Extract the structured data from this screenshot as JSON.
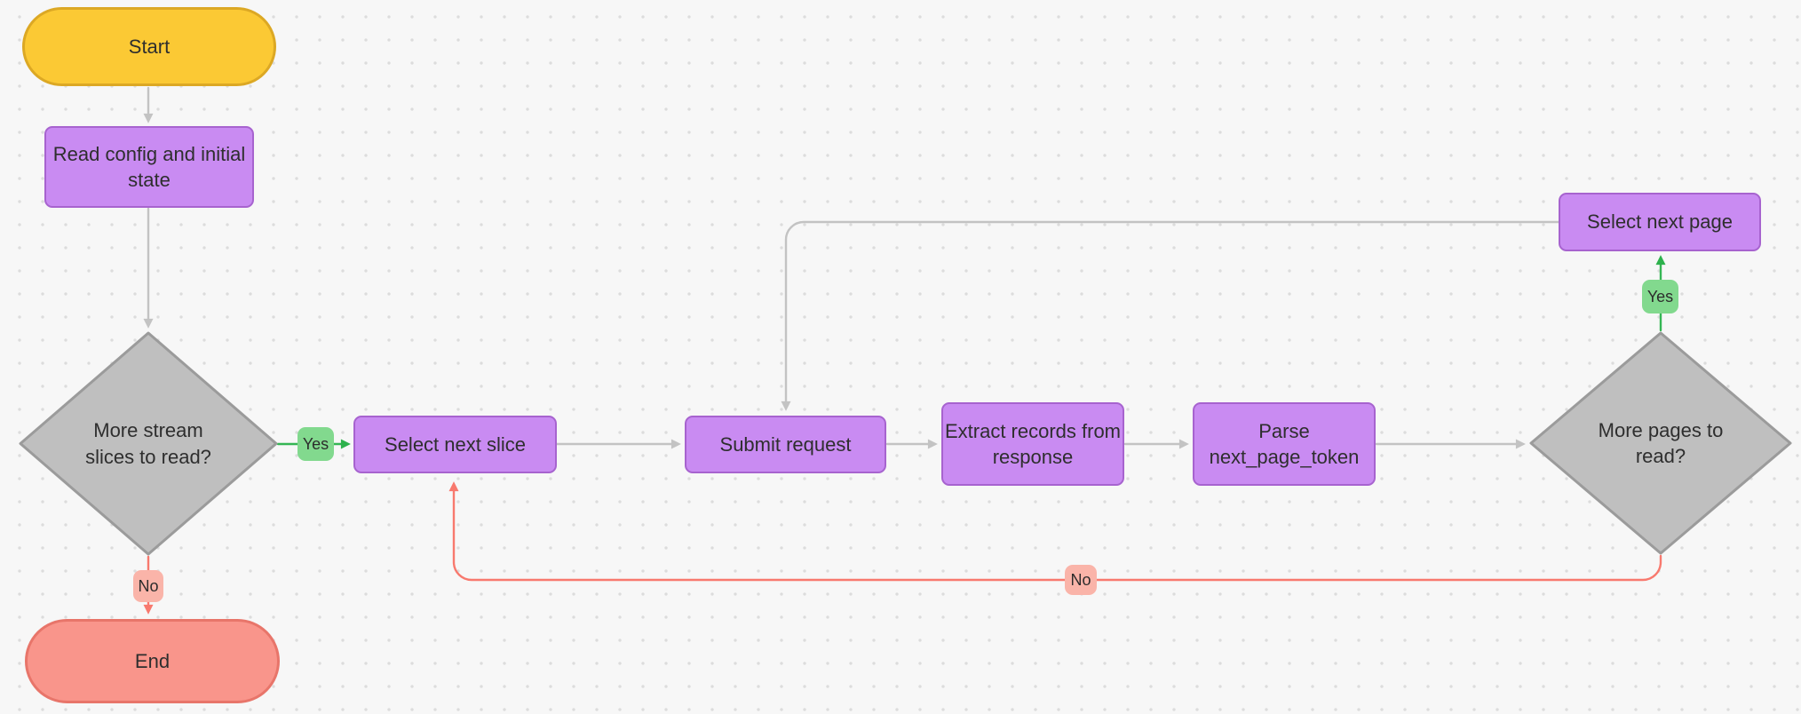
{
  "diagram": {
    "type": "flowchart",
    "nodes": {
      "start": {
        "label": "Start",
        "shape": "terminator",
        "role": "start"
      },
      "read_config": {
        "label": "Read config and initial\nstate",
        "shape": "process"
      },
      "more_slices": {
        "label": "More stream\nslices to read?",
        "shape": "decision"
      },
      "select_next_slice": {
        "label": "Select next slice",
        "shape": "process"
      },
      "submit_request": {
        "label": "Submit request",
        "shape": "process"
      },
      "extract_records": {
        "label": "Extract records from\nresponse",
        "shape": "process"
      },
      "parse_token": {
        "label": "Parse\nnext_page_token",
        "shape": "process"
      },
      "more_pages": {
        "label": "More pages to\nread?",
        "shape": "decision"
      },
      "select_next_page": {
        "label": "Select next page",
        "shape": "process"
      },
      "end": {
        "label": "End",
        "shape": "terminator",
        "role": "end"
      }
    },
    "edges": {
      "start_to_read_config": {
        "from": "start",
        "to": "read_config",
        "color": "gray",
        "label": ""
      },
      "read_config_to_more_slices": {
        "from": "read_config",
        "to": "more_slices",
        "color": "gray",
        "label": ""
      },
      "more_slices_to_select_next_slice": {
        "from": "more_slices",
        "to": "select_next_slice",
        "color": "green",
        "label": "Yes"
      },
      "select_next_slice_to_submit_request": {
        "from": "select_next_slice",
        "to": "submit_request",
        "color": "gray",
        "label": ""
      },
      "submit_request_to_extract_records": {
        "from": "submit_request",
        "to": "extract_records",
        "color": "gray",
        "label": ""
      },
      "extract_records_to_parse_token": {
        "from": "extract_records",
        "to": "parse_token",
        "color": "gray",
        "label": ""
      },
      "parse_token_to_more_pages": {
        "from": "parse_token",
        "to": "more_pages",
        "color": "gray",
        "label": ""
      },
      "more_pages_to_select_next_page": {
        "from": "more_pages",
        "to": "select_next_page",
        "color": "green",
        "label": "Yes"
      },
      "select_next_page_to_submit_request": {
        "from": "select_next_page",
        "to": "submit_request",
        "color": "gray",
        "label": ""
      },
      "more_pages_to_select_next_slice": {
        "from": "more_pages",
        "to": "select_next_slice",
        "color": "red",
        "label": "No"
      },
      "more_slices_to_end": {
        "from": "more_slices",
        "to": "end",
        "color": "red",
        "label": "No"
      }
    }
  },
  "colors": {
    "background": "#f7f7f7",
    "grid_dot": "#dcdcdc",
    "start_fill": "#fbc934",
    "start_border": "#dca824",
    "process_fill": "#c98bf2",
    "process_border": "#a763cf",
    "decision_fill": "#bfbfbf",
    "decision_border": "#9b9b9b",
    "end_fill": "#f9958b",
    "end_border": "#e8756a",
    "edge_gray": "#c3c3c3",
    "edge_green": "#35b654",
    "edge_red": "#f8796e",
    "badge_yes_fill": "#82d98e",
    "badge_no_fill": "#fab4a9",
    "text": "#2e2e2e"
  }
}
